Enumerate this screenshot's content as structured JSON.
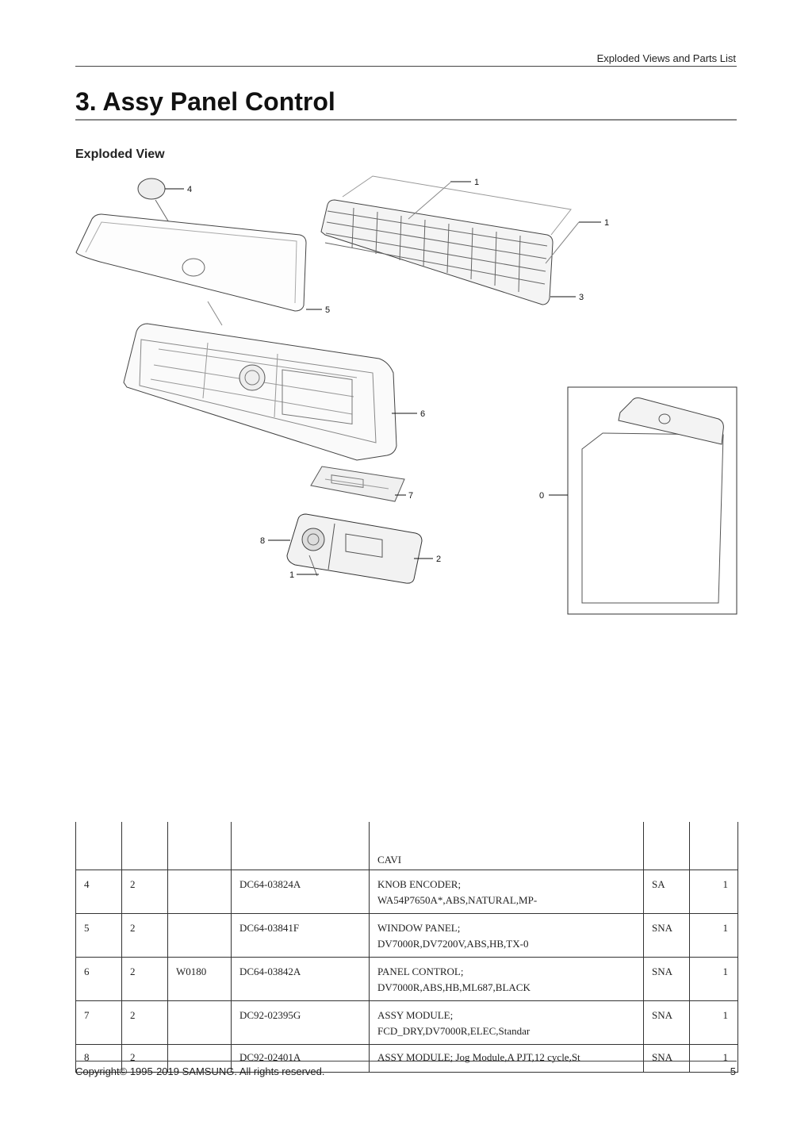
{
  "header": {
    "section_title": "Exploded Views and Parts List"
  },
  "page_title": "3.  Assy Panel Control",
  "subtitle": "Exploded View",
  "callouts": {
    "c4": "4",
    "c5": "5",
    "c1a": "1",
    "c1b": "1",
    "c3": "3",
    "c6": "6",
    "c7": "7",
    "c0": "0",
    "c8": "8",
    "c2": "2",
    "c1c": "1"
  },
  "parts_table": {
    "continued_row": {
      "description": "CAVI"
    },
    "rows": [
      {
        "no": "4",
        "level": "2",
        "loc": "",
        "code": "DC64-03824A",
        "desc1": "KNOB  ENCODER;",
        "desc2": "WA54P7650A*,ABS,NATURAL,MP-",
        "status": "SA",
        "qty": "1"
      },
      {
        "no": "5",
        "level": "2",
        "loc": "",
        "code": "DC64-03841F",
        "desc1": "WINDOW  PANEL;",
        "desc2": "DV7000R,DV7200V,ABS,HB,TX-0",
        "status": "SNA",
        "qty": "1"
      },
      {
        "no": "6",
        "level": "2",
        "loc": "W0180",
        "code": "DC64-03842A",
        "desc1": "PANEL  CONTROL;",
        "desc2": "DV7000R,ABS,HB,ML687,BLACK",
        "status": "SNA",
        "qty": "1"
      },
      {
        "no": "7",
        "level": "2",
        "loc": "",
        "code": "DC92-02395G",
        "desc1": "ASSY  MODULE;",
        "desc2": "FCD_DRY,DV7000R,ELEC,Standar",
        "status": "SNA",
        "qty": "1"
      },
      {
        "no": "8",
        "level": "2",
        "loc": "",
        "code": "DC92-02401A",
        "desc1": "ASSY  MODULE; Jog Module,A PJT,12 cycle,St",
        "desc2": "",
        "status": "SNA",
        "qty": "1"
      }
    ]
  },
  "footer": {
    "copyright": "Copyright© 1995-2019 SAMSUNG. All rights reserved.",
    "page_number": "5"
  }
}
